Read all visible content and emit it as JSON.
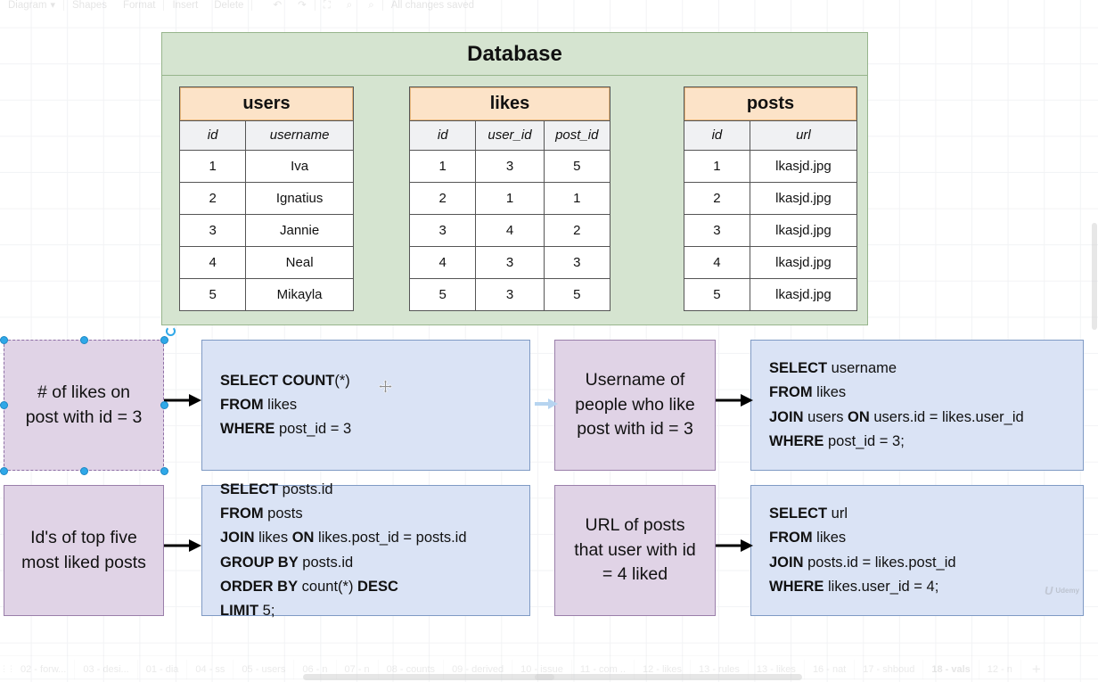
{
  "toolbar": {
    "items": [
      {
        "label": "Diagram",
        "icon": "chevron-down-icon"
      },
      {
        "label": "Shapes",
        "icon": ""
      },
      {
        "label": "Format",
        "icon": ""
      },
      {
        "label": "Insert",
        "icon": ""
      },
      {
        "label": "Delete",
        "icon": ""
      }
    ],
    "icons": [
      {
        "name": "undo-icon",
        "glyph": "↶"
      },
      {
        "name": "redo-icon",
        "glyph": "↷"
      },
      {
        "name": "fit-page-icon",
        "glyph": "⛶"
      },
      {
        "name": "zoom-in-icon",
        "glyph": "⌕"
      },
      {
        "name": "zoom-out-icon",
        "glyph": "⌕"
      }
    ],
    "status": "All changes saved"
  },
  "canvas": {
    "database": {
      "title": "Database",
      "tables": [
        {
          "name": "users",
          "columns": [
            "id",
            "username"
          ],
          "rows": [
            [
              "1",
              "Iva"
            ],
            [
              "2",
              "Ignatius"
            ],
            [
              "3",
              "Jannie"
            ],
            [
              "4",
              "Neal"
            ],
            [
              "5",
              "Mikayla"
            ]
          ]
        },
        {
          "name": "likes",
          "columns": [
            "id",
            "user_id",
            "post_id"
          ],
          "rows": [
            [
              "1",
              "3",
              "5"
            ],
            [
              "2",
              "1",
              "1"
            ],
            [
              "3",
              "4",
              "2"
            ],
            [
              "4",
              "3",
              "3"
            ],
            [
              "5",
              "3",
              "5"
            ]
          ]
        },
        {
          "name": "posts",
          "columns": [
            "id",
            "url"
          ],
          "rows": [
            [
              "1",
              "lkasjd.jpg"
            ],
            [
              "2",
              "lkasjd.jpg"
            ],
            [
              "3",
              "lkasjd.jpg"
            ],
            [
              "4",
              "lkasjd.jpg"
            ],
            [
              "5",
              "lkasjd.jpg"
            ]
          ]
        }
      ]
    },
    "prompts": {
      "q1_line1": "# of likes on",
      "q1_line2": "post with id = 3",
      "q2_line1": "Username of",
      "q2_line2": "people who like",
      "q2_line3": "post with id = 3",
      "q3_line1": "Id's of top five",
      "q3_line2": "most liked posts",
      "q4_line1": "URL of posts",
      "q4_line2": "that user with id",
      "q4_line3": "= 4 liked"
    },
    "answers": {
      "a1": [
        {
          "kw": "SELECT COUNT",
          "rest": "(*)"
        },
        {
          "kw": "FROM",
          "rest": " likes"
        },
        {
          "kw": "WHERE",
          "rest": " post_id = 3"
        }
      ],
      "a2": [
        {
          "kw": "SELECT",
          "rest": " username"
        },
        {
          "kw": "FROM",
          "rest": " likes"
        },
        {
          "kw": "JOIN",
          "rest": " users ",
          "kw2": "ON",
          "rest2": " users.id = likes.user_id"
        },
        {
          "kw": "WHERE",
          "rest": " post_id = 3;"
        }
      ],
      "a3": [
        {
          "kw": "SELECT",
          "rest": " posts.id"
        },
        {
          "kw": "FROM",
          "rest": " posts"
        },
        {
          "kw": "JOIN",
          "rest": " likes ",
          "kw2": "ON",
          "rest2": " likes.post_id = posts.id"
        },
        {
          "kw": "GROUP BY",
          "rest": " posts.id"
        },
        {
          "kw": "ORDER BY",
          "rest": " count(*) ",
          "kw2": "DESC",
          "rest2": ""
        },
        {
          "kw": "LIMIT",
          "rest": " 5;"
        }
      ],
      "a4": [
        {
          "kw": "SELECT",
          "rest": " url"
        },
        {
          "kw": "FROM",
          "rest": " likes"
        },
        {
          "kw": "JOIN",
          "rest": " posts.id = likes.post_id"
        },
        {
          "kw": "WHERE",
          "rest": " likes.user_id = 4;"
        }
      ]
    },
    "watermark": {
      "mark": "U",
      "text": "Udemy"
    }
  },
  "sheet_tabs": {
    "tabs": [
      {
        "label": "02 - forw...",
        "active": false
      },
      {
        "label": "03 - desi...",
        "active": false
      },
      {
        "label": "01 - dia",
        "active": false
      },
      {
        "label": "04 - ss",
        "active": false
      },
      {
        "label": "05 - users",
        "active": false
      },
      {
        "label": "06 - n",
        "active": false
      },
      {
        "label": "07 - n",
        "active": false
      },
      {
        "label": "08 - counts",
        "active": false
      },
      {
        "label": "09 - derived",
        "active": false
      },
      {
        "label": "10 - issue",
        "active": false
      },
      {
        "label": "11 - com ..",
        "active": false
      },
      {
        "label": "12 - likes",
        "active": false
      },
      {
        "label": "13 - rules",
        "active": false
      },
      {
        "label": "13 - likes",
        "active": false
      },
      {
        "label": "16 - nat",
        "active": false
      },
      {
        "label": "17 - shboud",
        "active": false
      },
      {
        "label": "18 - vals",
        "active": true
      },
      {
        "label": "12 - n",
        "active": false
      }
    ],
    "add_label": "+"
  },
  "colors": {
    "db_fill": "#d5e4d0",
    "db_stroke": "#97b58c",
    "table_header_fill": "#fce3c8",
    "prompt_fill": "#e0d3e6",
    "prompt_stroke": "#9a7faa",
    "answer_fill": "#dae3f5",
    "answer_stroke": "#7f9ac4",
    "handle": "#2fa8e8"
  }
}
